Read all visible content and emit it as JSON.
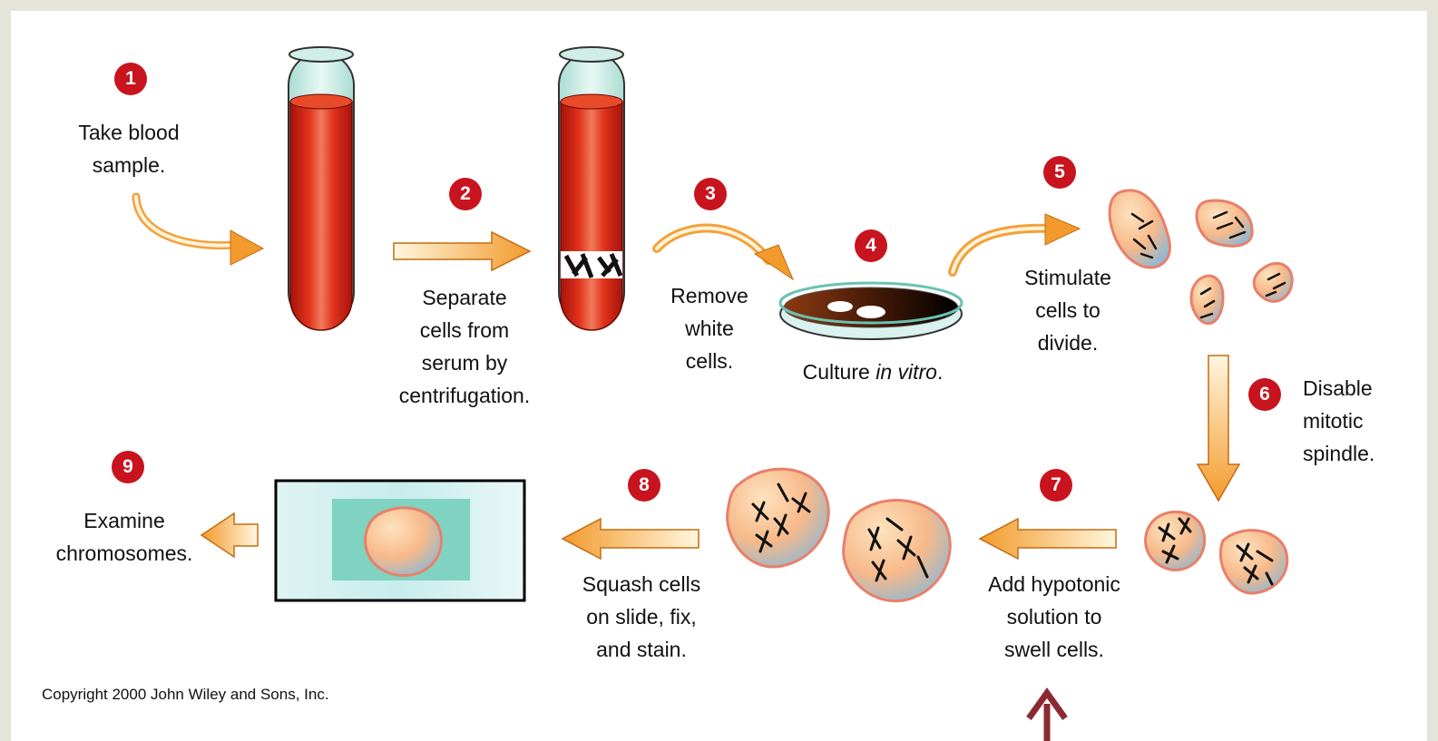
{
  "steps": [
    {
      "number": "1",
      "text": "Take blood\nsample."
    },
    {
      "number": "2",
      "text": "Separate\ncells from\nserum by\ncentrifugation."
    },
    {
      "number": "3",
      "text": "Remove\nwhite\ncells."
    },
    {
      "number": "4",
      "text_main": "Culture ",
      "text_em": "in vitro",
      "text_end": "."
    },
    {
      "number": "5",
      "text": "Stimulate\ncells to\ndivide."
    },
    {
      "number": "6",
      "text": "Disable\nmitotic\nspindle."
    },
    {
      "number": "7",
      "text": "Add hypotonic\nsolution to\nswell cells."
    },
    {
      "number": "8",
      "text": "Squash cells\non slide, fix,\nand stain."
    },
    {
      "number": "9",
      "text": "Examine\nchromosomes."
    }
  ],
  "copyright": "Copyright 2000 John Wiley and Sons, Inc.",
  "colors": {
    "badge": "#c8141e",
    "blood": "#c81e10",
    "arrow_fill": "#f4a640",
    "cell_fill": "#f7c08a",
    "cell_border": "#e8806a",
    "pointer_arrow": "#8c2a32",
    "slide_green": "#7fd3c0"
  }
}
